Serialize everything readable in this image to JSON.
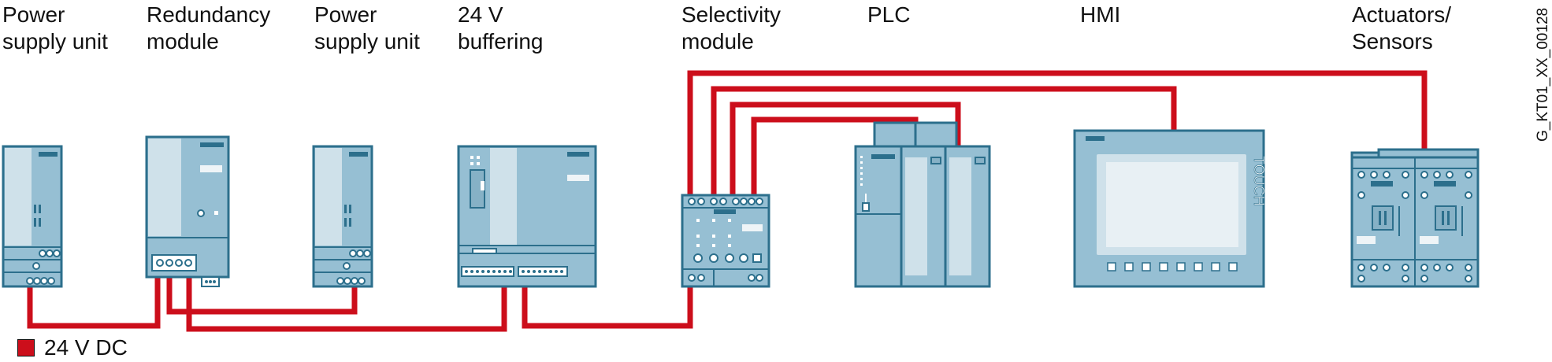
{
  "labels": {
    "psu1": [
      "Power",
      "supply unit"
    ],
    "redundancy": [
      "Redundancy",
      "module"
    ],
    "psu2": [
      "Power",
      "supply unit"
    ],
    "buffering": [
      "24 V",
      "buffering"
    ],
    "selectivity": [
      "Selectivity",
      "module"
    ],
    "plc": "PLC",
    "hmi": "HMI",
    "actuators": [
      "Actuators/",
      "Sensors"
    ]
  },
  "legend": {
    "label": "24 V DC",
    "color": "#cc0e1b"
  },
  "figure_id": "G_KT01_XX_00128",
  "hmi_brand": "TOUCH",
  "colors": {
    "wire": "#cc0e1b",
    "device_body": "#96bfd3",
    "device_edge": "#2c6f8c",
    "device_light": "#cfe1ea"
  }
}
